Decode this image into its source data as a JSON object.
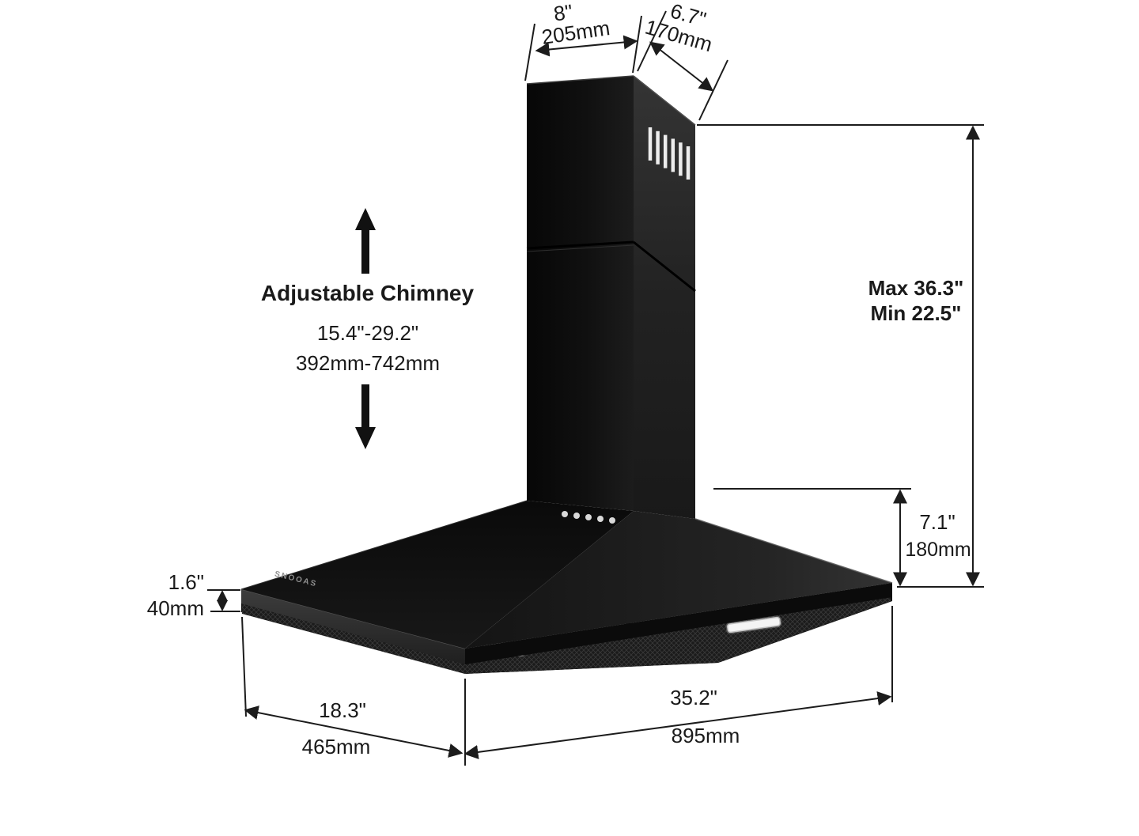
{
  "product": {
    "brand": "SNOOAS",
    "type": "wall-mount chimney range hood"
  },
  "dimensions": {
    "chimney_top_width": {
      "inches": "8\"",
      "metric": "205mm"
    },
    "chimney_top_depth": {
      "inches": "6.7\"",
      "metric": "170mm"
    },
    "adjustable_chimney": {
      "label": "Adjustable Chimney",
      "inches_range": "15.4\"-29.2\"",
      "metric_range": "392mm-742mm"
    },
    "total_height": {
      "max": "Max 36.3\"",
      "min": "Min 22.5\""
    },
    "canopy_height": {
      "inches": "7.1\"",
      "metric": "180mm"
    },
    "rim_height": {
      "inches": "1.6\"",
      "metric": "40mm"
    },
    "canopy_depth": {
      "inches": "18.3\"",
      "metric": "465mm"
    },
    "canopy_width": {
      "inches": "35.2\"",
      "metric": "895mm"
    }
  },
  "colors": {
    "line": "#1c1c1c",
    "text": "#1a1a1a",
    "body_dark": "#0d0d0d",
    "body_mid": "#262626",
    "background": "#ffffff"
  }
}
